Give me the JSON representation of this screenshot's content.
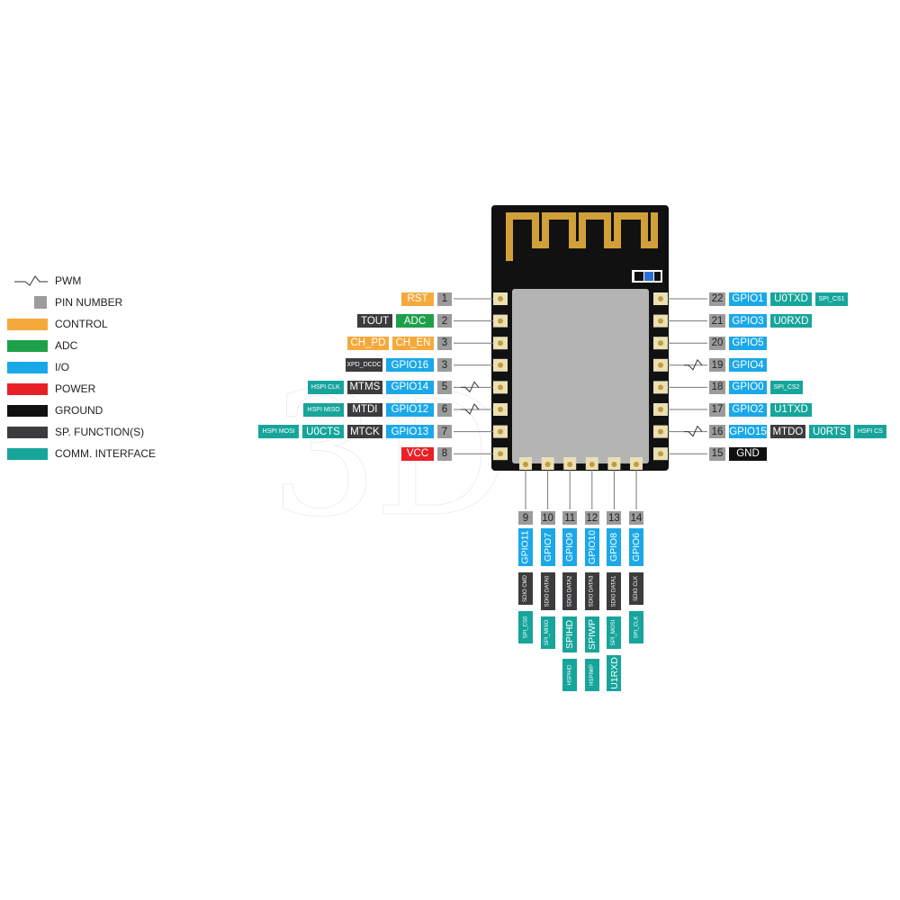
{
  "colors": {
    "control": "#f6a93b",
    "adc": "#1ea04a",
    "io": "#1aa8e8",
    "power": "#e82127",
    "ground": "#111111",
    "sp": "#3c3c3e",
    "comm": "#17a59b",
    "pin": "#9b9b9b"
  },
  "legend": [
    {
      "label": "PWM",
      "kind": "pwm"
    },
    {
      "label": "PIN NUMBER",
      "kind": "pin"
    },
    {
      "label": "CONTROL",
      "kind": "control"
    },
    {
      "label": "ADC",
      "kind": "adc"
    },
    {
      "label": "I/O",
      "kind": "io"
    },
    {
      "label": "POWER",
      "kind": "power"
    },
    {
      "label": "GROUND",
      "kind": "ground"
    },
    {
      "label": "SP. FUNCTION(S)",
      "kind": "sp"
    },
    {
      "label": "COMM. INTERFACE",
      "kind": "comm"
    }
  ],
  "left_pins": [
    {
      "num": "1",
      "pwm": false,
      "labels": [
        {
          "text": "RST",
          "kind": "control"
        }
      ]
    },
    {
      "num": "2",
      "pwm": false,
      "labels": [
        {
          "text": "ADC",
          "kind": "adc"
        },
        {
          "text": "TOUT",
          "kind": "sp"
        }
      ]
    },
    {
      "num": "3",
      "pwm": false,
      "labels": [
        {
          "text": "CH_EN",
          "kind": "control"
        },
        {
          "text": "CH_PD",
          "kind": "control"
        }
      ]
    },
    {
      "num": "3",
      "pwm": false,
      "labels": [
        {
          "text": "GPIO16",
          "kind": "io"
        },
        {
          "text": "XPD_DCDC",
          "kind": "sp",
          "small": true
        }
      ]
    },
    {
      "num": "5",
      "pwm": true,
      "labels": [
        {
          "text": "GPIO14",
          "kind": "io"
        },
        {
          "text": "MTMS",
          "kind": "sp"
        },
        {
          "text": "HSPI CLK",
          "kind": "comm",
          "small": true
        }
      ]
    },
    {
      "num": "6",
      "pwm": true,
      "labels": [
        {
          "text": "GPIO12",
          "kind": "io"
        },
        {
          "text": "MTDI",
          "kind": "sp"
        },
        {
          "text": "HSPI MISO",
          "kind": "comm",
          "small": true
        }
      ]
    },
    {
      "num": "7",
      "pwm": false,
      "labels": [
        {
          "text": "GPIO13",
          "kind": "io"
        },
        {
          "text": "MTCK",
          "kind": "sp"
        },
        {
          "text": "U0CTS",
          "kind": "comm"
        },
        {
          "text": "HSPI MOSI",
          "kind": "comm",
          "small": true
        }
      ]
    },
    {
      "num": "8",
      "pwm": false,
      "labels": [
        {
          "text": "VCC",
          "kind": "power"
        }
      ]
    }
  ],
  "right_pins": [
    {
      "num": "22",
      "pwm": false,
      "labels": [
        {
          "text": "GPIO1",
          "kind": "io"
        },
        {
          "text": "U0TXD",
          "kind": "comm"
        },
        {
          "text": "SPI_CS1",
          "kind": "comm",
          "small": true
        }
      ]
    },
    {
      "num": "21",
      "pwm": false,
      "labels": [
        {
          "text": "GPIO3",
          "kind": "io"
        },
        {
          "text": "U0RXD",
          "kind": "comm"
        }
      ]
    },
    {
      "num": "20",
      "pwm": false,
      "labels": [
        {
          "text": "GPIO5",
          "kind": "io"
        }
      ]
    },
    {
      "num": "19",
      "pwm": true,
      "labels": [
        {
          "text": "GPIO4",
          "kind": "io"
        }
      ]
    },
    {
      "num": "18",
      "pwm": false,
      "labels": [
        {
          "text": "GPIO0",
          "kind": "io"
        },
        {
          "text": "SPI_CS2",
          "kind": "comm",
          "small": true
        }
      ]
    },
    {
      "num": "17",
      "pwm": false,
      "labels": [
        {
          "text": "GPIO2",
          "kind": "io"
        },
        {
          "text": "U1TXD",
          "kind": "comm"
        }
      ]
    },
    {
      "num": "16",
      "pwm": true,
      "labels": [
        {
          "text": "GPIO15",
          "kind": "io"
        },
        {
          "text": "MTDO",
          "kind": "sp"
        },
        {
          "text": "U0RTS",
          "kind": "comm"
        },
        {
          "text": "HSPI CS",
          "kind": "comm",
          "small": true
        }
      ]
    },
    {
      "num": "15",
      "pwm": false,
      "labels": [
        {
          "text": "GND",
          "kind": "ground"
        }
      ]
    }
  ],
  "bottom_pins": [
    {
      "num": "9",
      "labels": [
        {
          "text": "GPIO11",
          "kind": "io"
        },
        {
          "text": "SDIO CMD",
          "kind": "sp",
          "small": true
        },
        {
          "text": "SPI_CS0",
          "kind": "comm",
          "small": true
        }
      ]
    },
    {
      "num": "10",
      "labels": [
        {
          "text": "GPIO7",
          "kind": "io"
        },
        {
          "text": "SDIO DATA0",
          "kind": "sp",
          "small": true
        },
        {
          "text": "SPI_MISO",
          "kind": "comm",
          "small": true
        }
      ]
    },
    {
      "num": "11",
      "labels": [
        {
          "text": "GPIO9",
          "kind": "io"
        },
        {
          "text": "SDIO DATA2",
          "kind": "sp",
          "small": true
        },
        {
          "text": "SPIHD",
          "kind": "comm"
        },
        {
          "text": "HSPIHD",
          "kind": "comm",
          "small": true
        }
      ]
    },
    {
      "num": "12",
      "labels": [
        {
          "text": "GPIO10",
          "kind": "io"
        },
        {
          "text": "SDIO DATA3",
          "kind": "sp",
          "small": true
        },
        {
          "text": "SPIWP",
          "kind": "comm"
        },
        {
          "text": "HSPIWP",
          "kind": "comm",
          "small": true
        }
      ]
    },
    {
      "num": "13",
      "labels": [
        {
          "text": "GPIO8",
          "kind": "io"
        },
        {
          "text": "SDIO DATA1",
          "kind": "sp",
          "small": true
        },
        {
          "text": "SPI_MOSI",
          "kind": "comm",
          "small": true
        },
        {
          "text": "U1RXD",
          "kind": "comm"
        }
      ]
    },
    {
      "num": "14",
      "labels": [
        {
          "text": "GPIO6",
          "kind": "io"
        },
        {
          "text": "SDIO CLK",
          "kind": "sp",
          "small": true
        },
        {
          "text": "SPI_CLK",
          "kind": "comm",
          "small": true
        }
      ]
    }
  ],
  "watermark": "3D"
}
